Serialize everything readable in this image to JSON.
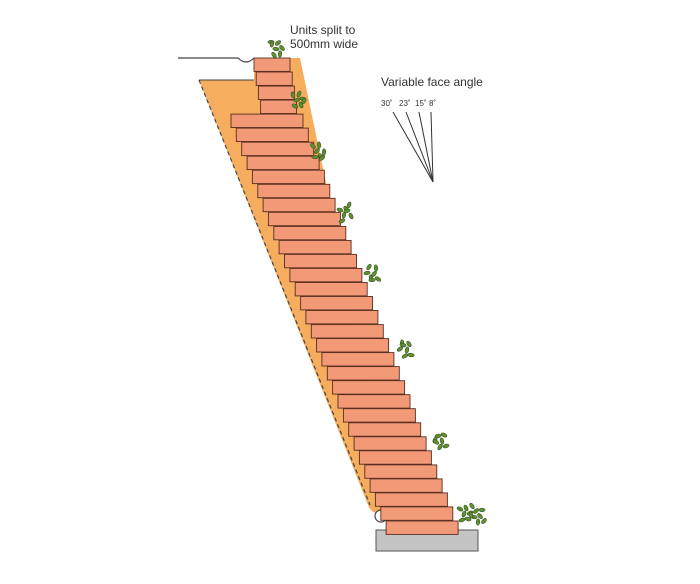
{
  "labels": {
    "units_split_line1": "Units split to",
    "units_split_line2": "500mm wide",
    "variable_face_angle": "Variable face angle"
  },
  "face_angles": [
    "30˚",
    "23˚",
    "15˚",
    "8˚"
  ],
  "colors": {
    "block_fill": "#f29a78",
    "block_stroke": "#5a2e1e",
    "backfill": "#f6ad5d",
    "foliage": "#5f8f33",
    "footing": "#c4c4c4"
  }
}
